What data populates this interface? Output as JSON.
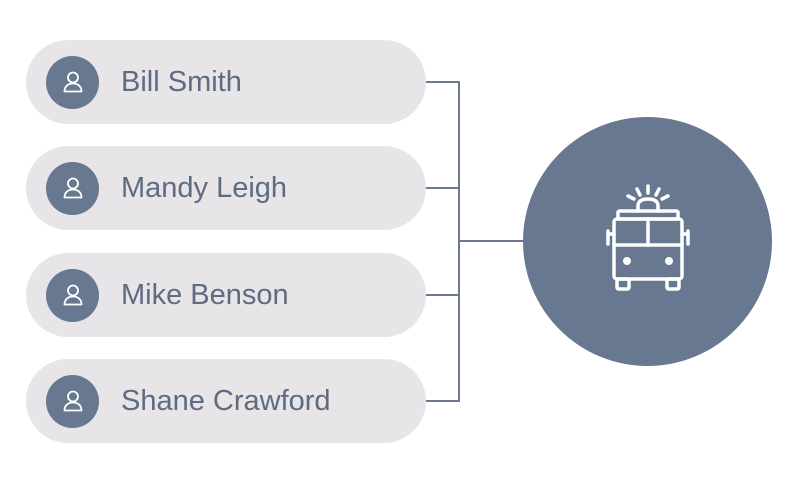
{
  "people": [
    {
      "name": "Bill Smith",
      "icon": "user-icon"
    },
    {
      "name": "Mandy Leigh",
      "icon": "user-icon"
    },
    {
      "name": "Mike Benson",
      "icon": "user-icon"
    },
    {
      "name": "Shane Crawford",
      "icon": "user-icon"
    }
  ],
  "hub": {
    "icon": "fire-truck-icon"
  },
  "colors": {
    "pill_background": "#e7e5e8",
    "accent": "#677890",
    "text": "#5e6b80",
    "connector": "#6b7a90"
  }
}
